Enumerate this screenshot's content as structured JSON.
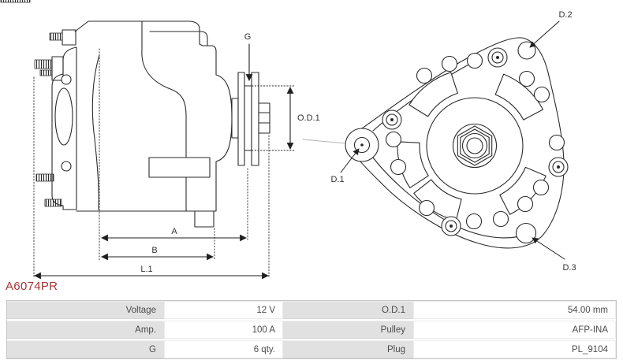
{
  "part_number": "A6074PR",
  "accent_color": "#a23636",
  "diagram": {
    "dim_g": "G",
    "dim_od1": "O.D.1",
    "dim_a": "A",
    "dim_b": "B",
    "dim_l1": "L.1",
    "dim_d1": "D.1",
    "dim_d2": "D.2",
    "dim_d3": "D.3"
  },
  "table": {
    "rows": [
      {
        "label1": "Voltage",
        "value1": "12 V",
        "label2": "O.D.1",
        "value2": "54.00 mm"
      },
      {
        "label1": "Amp.",
        "value1": "100 A",
        "label2": "Pulley",
        "value2": "AFP-INA"
      },
      {
        "label1": "G",
        "value1": "6 qty.",
        "label2": "Plug",
        "value2": "PL_9104"
      }
    ]
  }
}
